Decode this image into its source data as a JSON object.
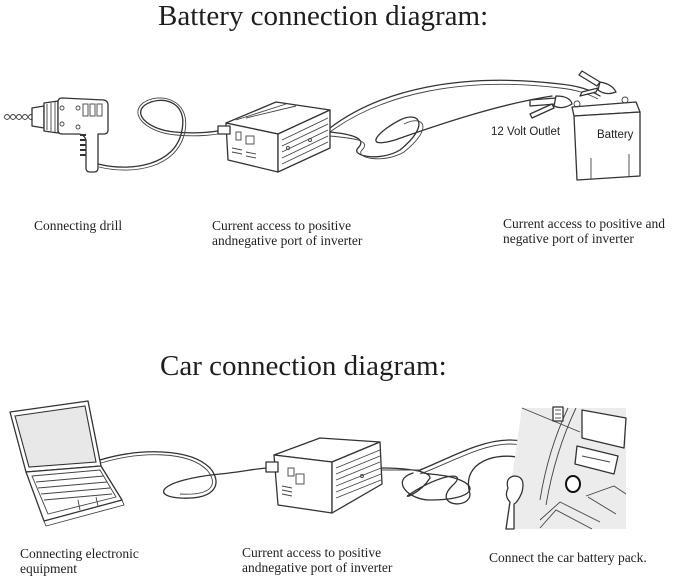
{
  "battery_section": {
    "title": "Battery connection diagram:",
    "labels": {
      "outlet": "12 Volt Outlet",
      "battery": "Battery"
    },
    "captions": [
      "Connecting drill",
      "Current access to positive\nandnegative port of inverter",
      "Current access to positive and\nnegative port of inverter"
    ]
  },
  "car_section": {
    "title": "Car connection diagram:",
    "captions": [
      "Connecting electronic\nequipment",
      "Current access to positive\nandnegative port of inverter",
      "Connect the car battery pack."
    ]
  }
}
